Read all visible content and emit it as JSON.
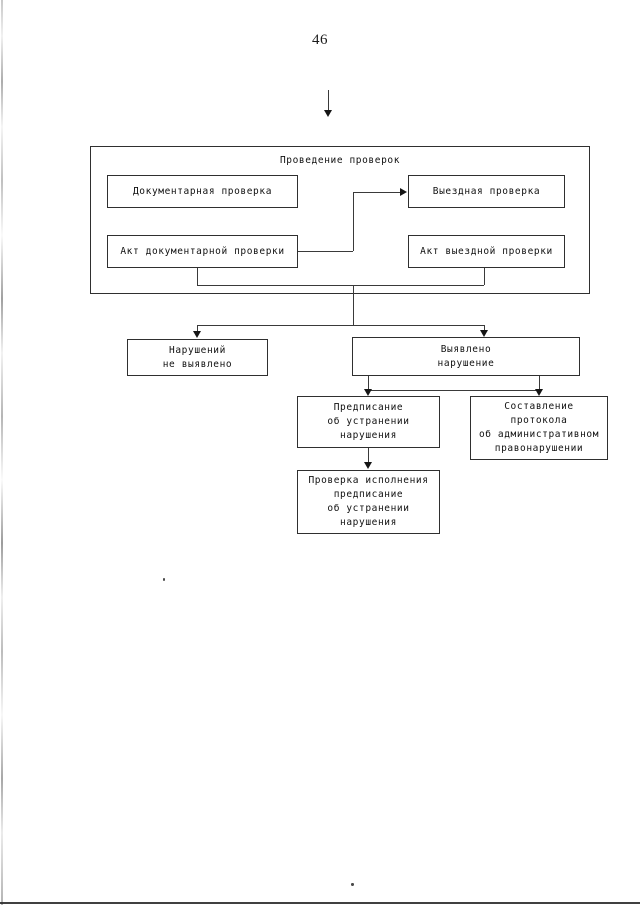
{
  "page": {
    "number": "46"
  },
  "diagram": {
    "entry_arrow": "down-arrow-icon",
    "group": {
      "title": "Проведение проверок",
      "boxes": [
        {
          "id": "documentary-check",
          "label": "Документарная проверка"
        },
        {
          "id": "field-check",
          "label": "Выездная проверка"
        },
        {
          "id": "documentary-check-act",
          "label": "Акт документарной проверки"
        },
        {
          "id": "field-check-act",
          "label": "Акт выездной проверки"
        }
      ]
    },
    "outcomes": [
      {
        "id": "no-violation",
        "label": "Нарушений\nне выявлено"
      },
      {
        "id": "violation-found",
        "label": "Выявлено\nнарушение"
      }
    ],
    "actions": [
      {
        "id": "order-to-remedy",
        "label": "Предписание\nоб устранении\nнарушения"
      },
      {
        "id": "protocol-drafting",
        "label": "Составление\nпротокола\nоб административном\nправонарушении"
      }
    ],
    "followup": [
      {
        "id": "compliance-check",
        "label": "Проверка исполнения\nпредписание\nоб устранении\nнарушения"
      }
    ]
  },
  "colors": {
    "ink": "#111111",
    "line": "#3a3a3a",
    "paper": "#ffffff"
  }
}
